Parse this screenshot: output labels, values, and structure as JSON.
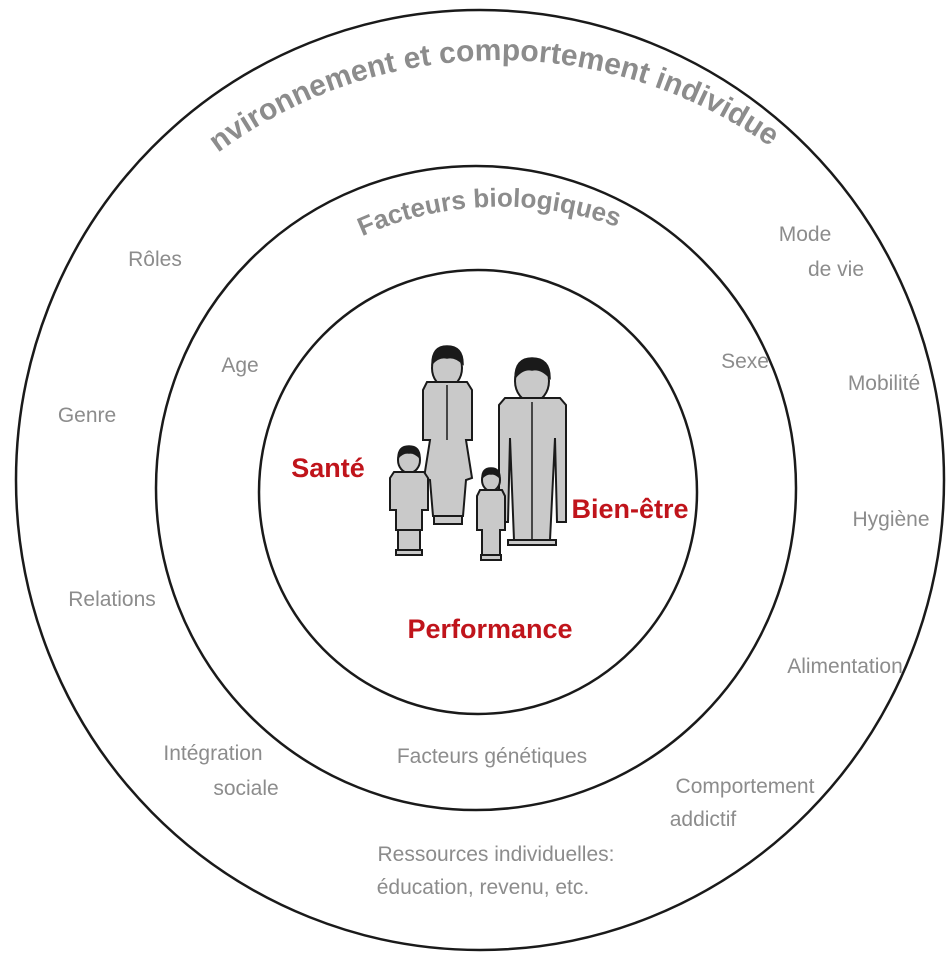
{
  "rings": {
    "outer_title": "Environnement et comportement individuel",
    "middle_title": "Facteurs biologiques"
  },
  "core": {
    "sante": "Santé",
    "bien_etre": "Bien-être",
    "performance": "Performance"
  },
  "middle_factors": {
    "age": "Age",
    "sexe": "Sexe",
    "genetique": "Facteurs génétiques"
  },
  "outer_factors": {
    "roles": "Rôles",
    "genre": "Genre",
    "relations": "Relations",
    "integration_line1": "Intégration",
    "integration_line2": "sociale",
    "ressources_line1": "Ressources individuelles:",
    "ressources_line2": "éducation, revenu, etc.",
    "addictif_line1": "Comportement",
    "addictif_line2": "addictif",
    "alimentation": "Alimentation",
    "hygiene": "Hygiène",
    "mobilite": "Mobilité",
    "mode_vie_line1": "Mode",
    "mode_vie_line2": "de vie"
  },
  "colors": {
    "accent": "#c0141b",
    "label_gray": "#8c8c8c",
    "stroke": "#1a1a1a"
  }
}
